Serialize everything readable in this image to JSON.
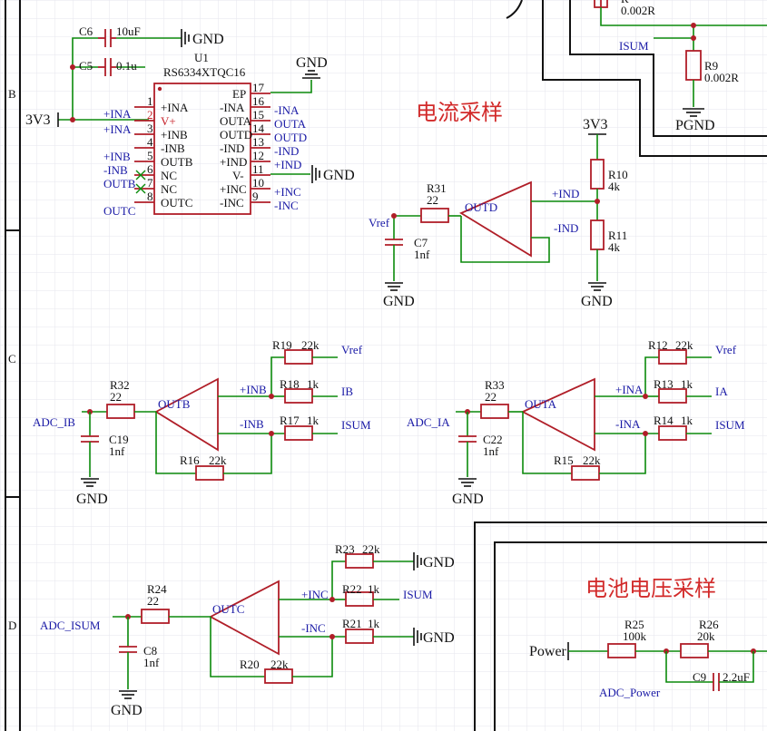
{
  "border_rows": [
    "B",
    "C",
    "D"
  ],
  "titles": {
    "current_sampling": "电流采样",
    "battery_voltage": "电池电压采样"
  },
  "ic": {
    "ref": "U1",
    "part": "RS6334XTQC16",
    "left_pins": [
      {
        "num": "1",
        "name": "+INA",
        "net": ""
      },
      {
        "num": "2",
        "name": "V+",
        "net": "+INA"
      },
      {
        "num": "3",
        "name": "+INB",
        "net": ""
      },
      {
        "num": "4",
        "name": "-INB",
        "net": "+INB"
      },
      {
        "num": "5",
        "name": "OUTB",
        "net": "-INB"
      },
      {
        "num": "6",
        "name": "NC",
        "net": "OUTB"
      },
      {
        "num": "7",
        "name": "NC",
        "net": ""
      },
      {
        "num": "8",
        "name": "OUTC",
        "net": "OUTC"
      }
    ],
    "right_pins": [
      {
        "num": "17",
        "name": "EP",
        "net": ""
      },
      {
        "num": "16",
        "name": "-INA",
        "net": "-INA"
      },
      {
        "num": "15",
        "name": "OUTA",
        "net": "OUTA"
      },
      {
        "num": "14",
        "name": "OUTD",
        "net": "OUTD"
      },
      {
        "num": "13",
        "name": "-IND",
        "net": "-IND"
      },
      {
        "num": "12",
        "name": "+IND",
        "net": "+IND"
      },
      {
        "num": "11",
        "name": "V-",
        "net": ""
      },
      {
        "num": "10",
        "name": "+INC",
        "net": "+INC"
      },
      {
        "num": "9",
        "name": "-INC",
        "net": "-INC"
      }
    ]
  },
  "nets": {
    "gnd": "GND",
    "v33": "3V3",
    "pgnd": "PGND",
    "vref": "Vref",
    "isum": "ISUM",
    "ib": "IB",
    "ia": "IA",
    "power": "Power",
    "adc_power": "ADC_Power",
    "adc_ib": "ADC_IB",
    "adc_ia": "ADC_IA",
    "adc_isum": "ADC_ISUM",
    "plus_ind": "+IND",
    "minus_ind": "-IND",
    "outd": "OUTD",
    "plus_inb": "+INB",
    "minus_inb": "-INB",
    "outb": "OUTB",
    "plus_ina": "+INA",
    "minus_ina": "-INA",
    "outa": "OUTA",
    "plus_inc": "+INC",
    "minus_inc": "-INC",
    "outc": "OUTC"
  },
  "components": {
    "C6": {
      "ref": "C6",
      "value": "10uF"
    },
    "C5": {
      "ref": "C5",
      "value": "0.1u"
    },
    "R_top": {
      "ref": "R",
      "value": "0.002R"
    },
    "R9": {
      "ref": "R9",
      "value": "0.002R"
    },
    "R10": {
      "ref": "R10",
      "value": "4k"
    },
    "R11": {
      "ref": "R11",
      "value": "4k"
    },
    "R31": {
      "ref": "R31",
      "value": "22"
    },
    "C7": {
      "ref": "C7",
      "value": "1nf"
    },
    "R19": {
      "ref": "R19",
      "value": "22k"
    },
    "R18": {
      "ref": "R18",
      "value": "1k"
    },
    "R17": {
      "ref": "R17",
      "value": "1k"
    },
    "R16": {
      "ref": "R16",
      "value": "22k"
    },
    "R32": {
      "ref": "R32",
      "value": "22"
    },
    "C19": {
      "ref": "C19",
      "value": "1nf"
    },
    "R12": {
      "ref": "R12",
      "value": "22k"
    },
    "R13": {
      "ref": "R13",
      "value": "1k"
    },
    "R14": {
      "ref": "R14",
      "value": "1k"
    },
    "R15": {
      "ref": "R15",
      "value": "22k"
    },
    "R33": {
      "ref": "R33",
      "value": "22"
    },
    "C22": {
      "ref": "C22",
      "value": "1nf"
    },
    "R23": {
      "ref": "R23",
      "value": "22k"
    },
    "R22": {
      "ref": "R22",
      "value": "1k"
    },
    "R21": {
      "ref": "R21",
      "value": "1k"
    },
    "R20": {
      "ref": "R20",
      "value": "22k"
    },
    "R24": {
      "ref": "R24",
      "value": "22"
    },
    "C8": {
      "ref": "C8",
      "value": "1nf"
    },
    "R25": {
      "ref": "R25",
      "value": "100k"
    },
    "R26": {
      "ref": "R26",
      "value": "20k"
    },
    "C9": {
      "ref": "C9",
      "value": "2.2uF"
    }
  }
}
